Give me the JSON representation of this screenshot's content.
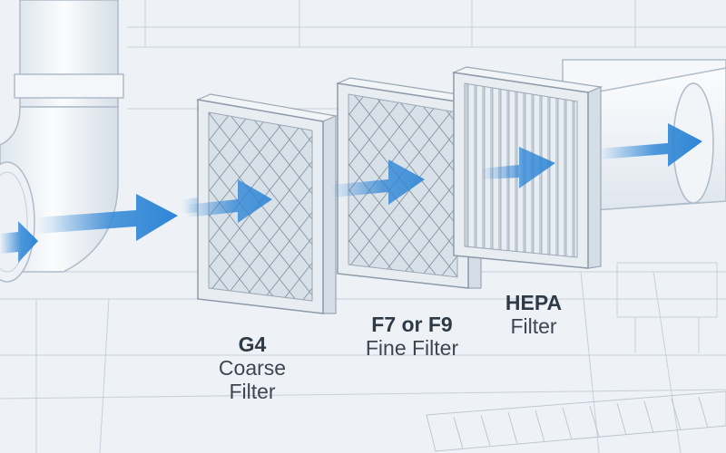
{
  "diagram": {
    "stages": [
      {
        "code": "G4",
        "name_line1": "Coarse",
        "name_line2": "Filter"
      },
      {
        "code": "F7 or F9",
        "name_line1": "Fine Filter",
        "name_line2": ""
      },
      {
        "code": "HEPA",
        "name_line1": "Filter",
        "name_line2": ""
      }
    ],
    "colors": {
      "background": "#eef2f6",
      "line": "#b8c4d0",
      "duct": "#f7f9fb",
      "frame": "#dfe5ec",
      "filter_media": "#cfd8e2",
      "arrow": "#2f86d6",
      "label": "#3c4652"
    }
  }
}
